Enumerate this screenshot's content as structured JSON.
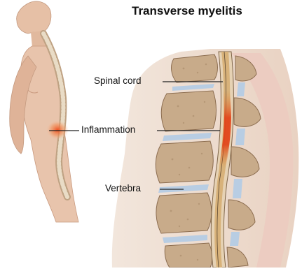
{
  "title": "Transverse myelitis",
  "labels": {
    "spinal_cord": "Spinal cord",
    "inflammation": "Inflammation",
    "vertebra": "Vertebra"
  },
  "colors": {
    "skin": "#e8c4ac",
    "skin_shadow": "#c99a7f",
    "bone": "#c8ab8a",
    "bone_dark": "#9d7f60",
    "disc": "#b8cde3",
    "cord": "#d8b27a",
    "inflammation": "#e2461c",
    "label_line": "#222222"
  }
}
